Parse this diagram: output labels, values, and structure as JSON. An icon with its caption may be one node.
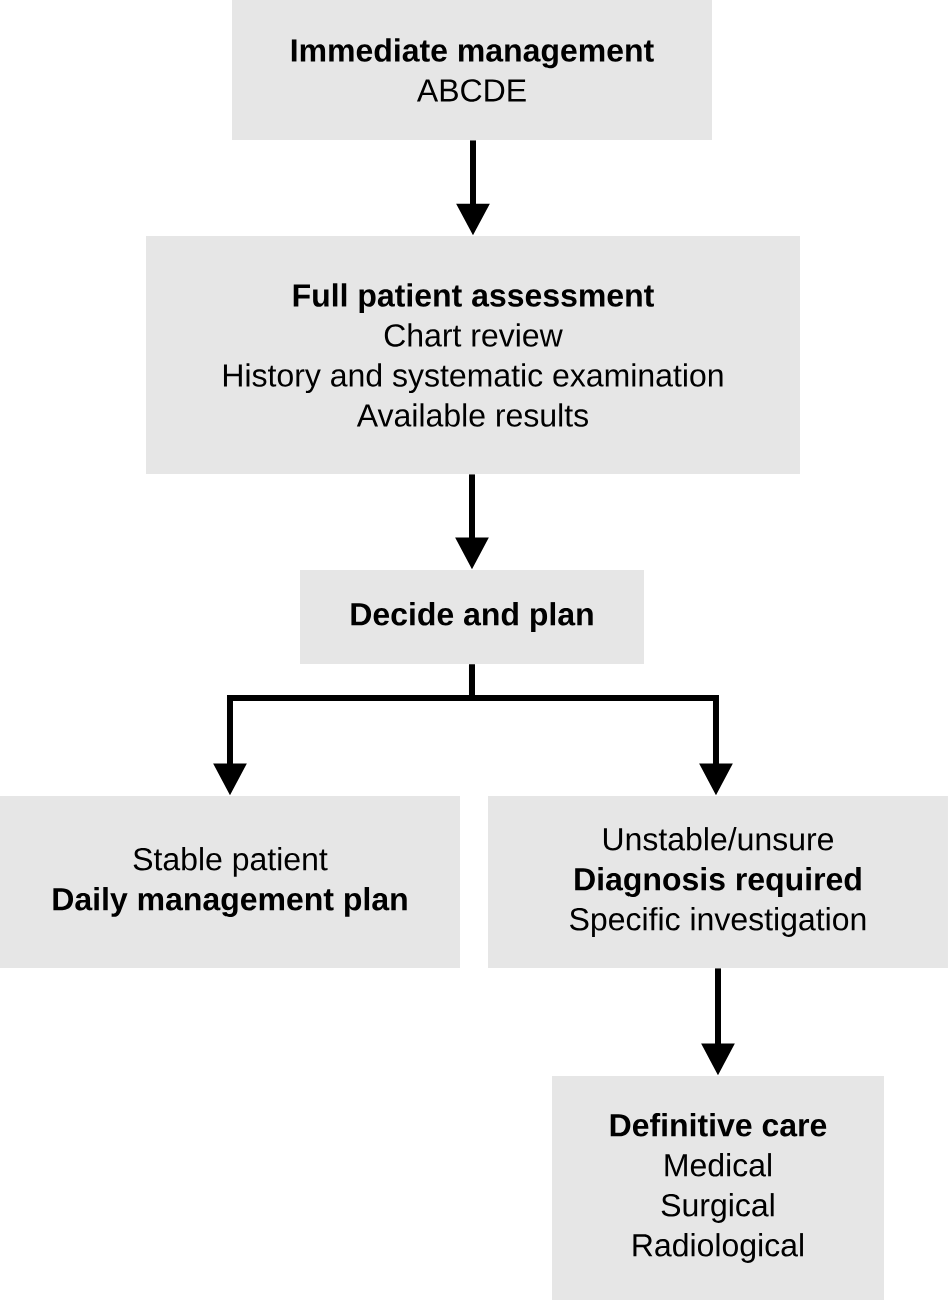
{
  "diagram": {
    "nodes": [
      {
        "text": [
          "Immediate management",
          "ABCDE"
        ]
      },
      {
        "text": [
          "Full patient assessment",
          "Chart review",
          "History and systematic examination",
          "Available results"
        ]
      },
      {
        "text": [
          "Decide and plan"
        ]
      },
      {
        "text": [
          "Stable patient",
          "Daily management plan"
        ]
      },
      {
        "text": [
          "Unstable/unsure",
          "Diagnosis required",
          "Specific investigation"
        ]
      },
      {
        "text": [
          "Definitive care",
          "Medical",
          "Surgical",
          "Radiological"
        ]
      }
    ],
    "edges": [
      {
        "from": 0,
        "to": 1,
        "arrow": "to"
      },
      {
        "from": 1,
        "to": 2,
        "arrow": "to"
      },
      {
        "from": 2,
        "to": 3,
        "arrow": "to"
      },
      {
        "from": 2,
        "to": 4,
        "arrow": "to"
      },
      {
        "from": 4,
        "to": 5,
        "arrow": "to"
      }
    ]
  }
}
